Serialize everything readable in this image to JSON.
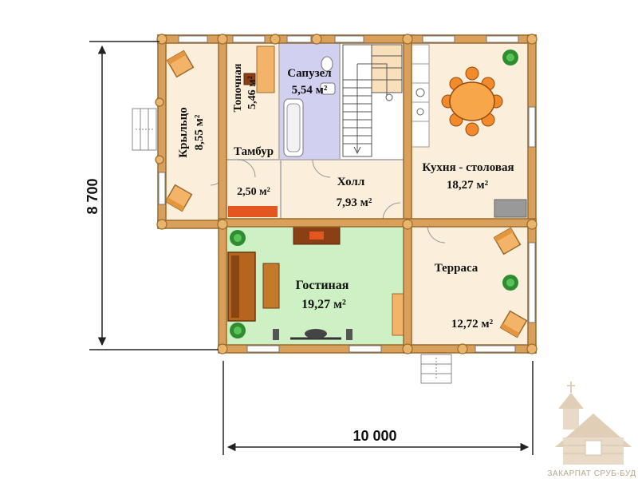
{
  "dimensions": {
    "height_label": "8 700",
    "width_label": "10 000"
  },
  "rooms": {
    "porch": {
      "name": "Крыльцо",
      "area": "8,55 м²"
    },
    "steam_room": {
      "name": "Топочная",
      "area": "5,46 м²"
    },
    "bathroom": {
      "name": "Сапузел",
      "area": "5,54 м²"
    },
    "vestibule": {
      "name": "Тамбур",
      "area": "2,50 м²"
    },
    "hall": {
      "name": "Холл",
      "area": "7,93 м²"
    },
    "kitchen": {
      "name": "Кухня - столовая",
      "area": "18,27 м²"
    },
    "living": {
      "name": "Гостиная",
      "area": "19,27 м²"
    },
    "terrace": {
      "name": "Терраса",
      "area": "12,72 м²"
    }
  },
  "brand": {
    "text": "ЗАКАРПАТ СРУБ-БУД"
  },
  "colors": {
    "wall": "#d9a05b",
    "wall_dark": "#9b6a2c",
    "floor_cream": "#fbefdc",
    "floor_living": "#cdf0c4",
    "floor_bath": "#d2d0f1",
    "stairs": "#ffffff",
    "dim_line": "#222222"
  }
}
